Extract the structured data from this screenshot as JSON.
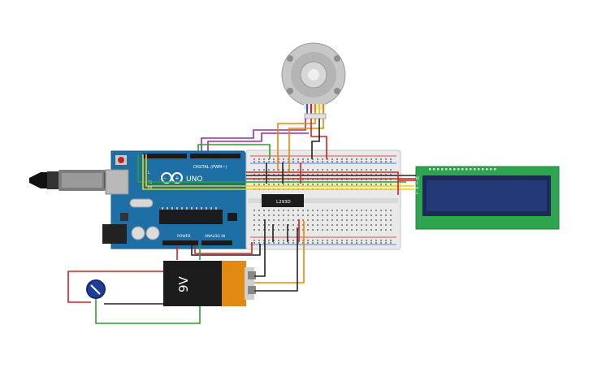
{
  "arduino": {
    "logo_text": "UNO",
    "digital_label": "DIGITAL (PWM~)",
    "power_label": "POWER",
    "analog_label": "ANALOG IN",
    "tx_label": "TX",
    "rx_label": "RX",
    "l_label": "L"
  },
  "driver_ic": {
    "label": "L293D"
  },
  "battery": {
    "label": "9V"
  },
  "lcd": {
    "pin_labels": [
      "GND",
      "VCC",
      "SDA",
      "SCL"
    ]
  },
  "colors": {
    "board": "#1e6fa6",
    "board_dark": "#155a8a",
    "breadboard": "#e9e9e9",
    "lcd_pcb": "#2ea44f",
    "lcd_screen": "#243a78",
    "wire_red": "#d42020",
    "wire_black": "#222222",
    "wire_green": "#29a329",
    "wire_yellow": "#e8d200",
    "wire_orange": "#e68a00",
    "wire_purple": "#9b2d9b"
  }
}
